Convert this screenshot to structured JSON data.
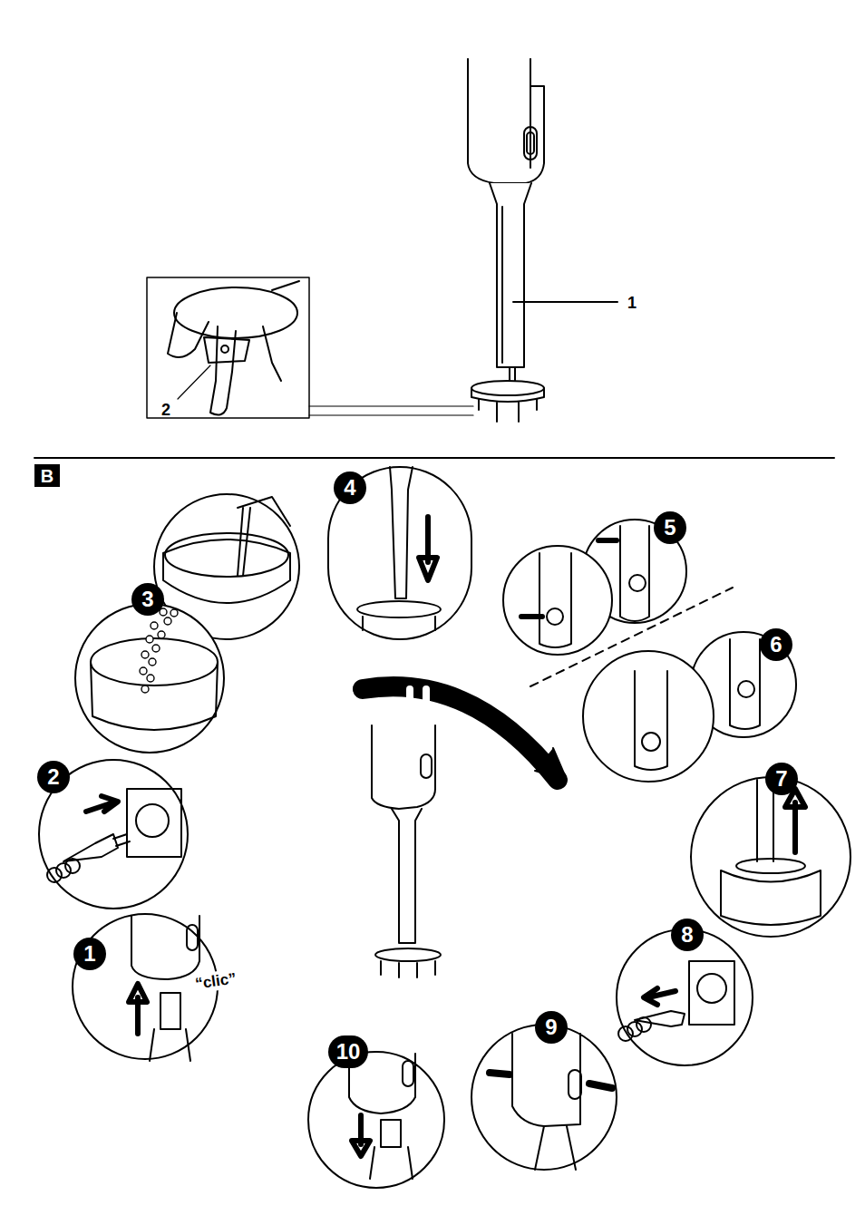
{
  "diagram": {
    "labels": [
      "1",
      "2",
      "B",
      "1",
      "2",
      "3",
      "4",
      "5",
      "6",
      "7",
      "8",
      "9",
      "10",
      "“clic”"
    ]
  }
}
